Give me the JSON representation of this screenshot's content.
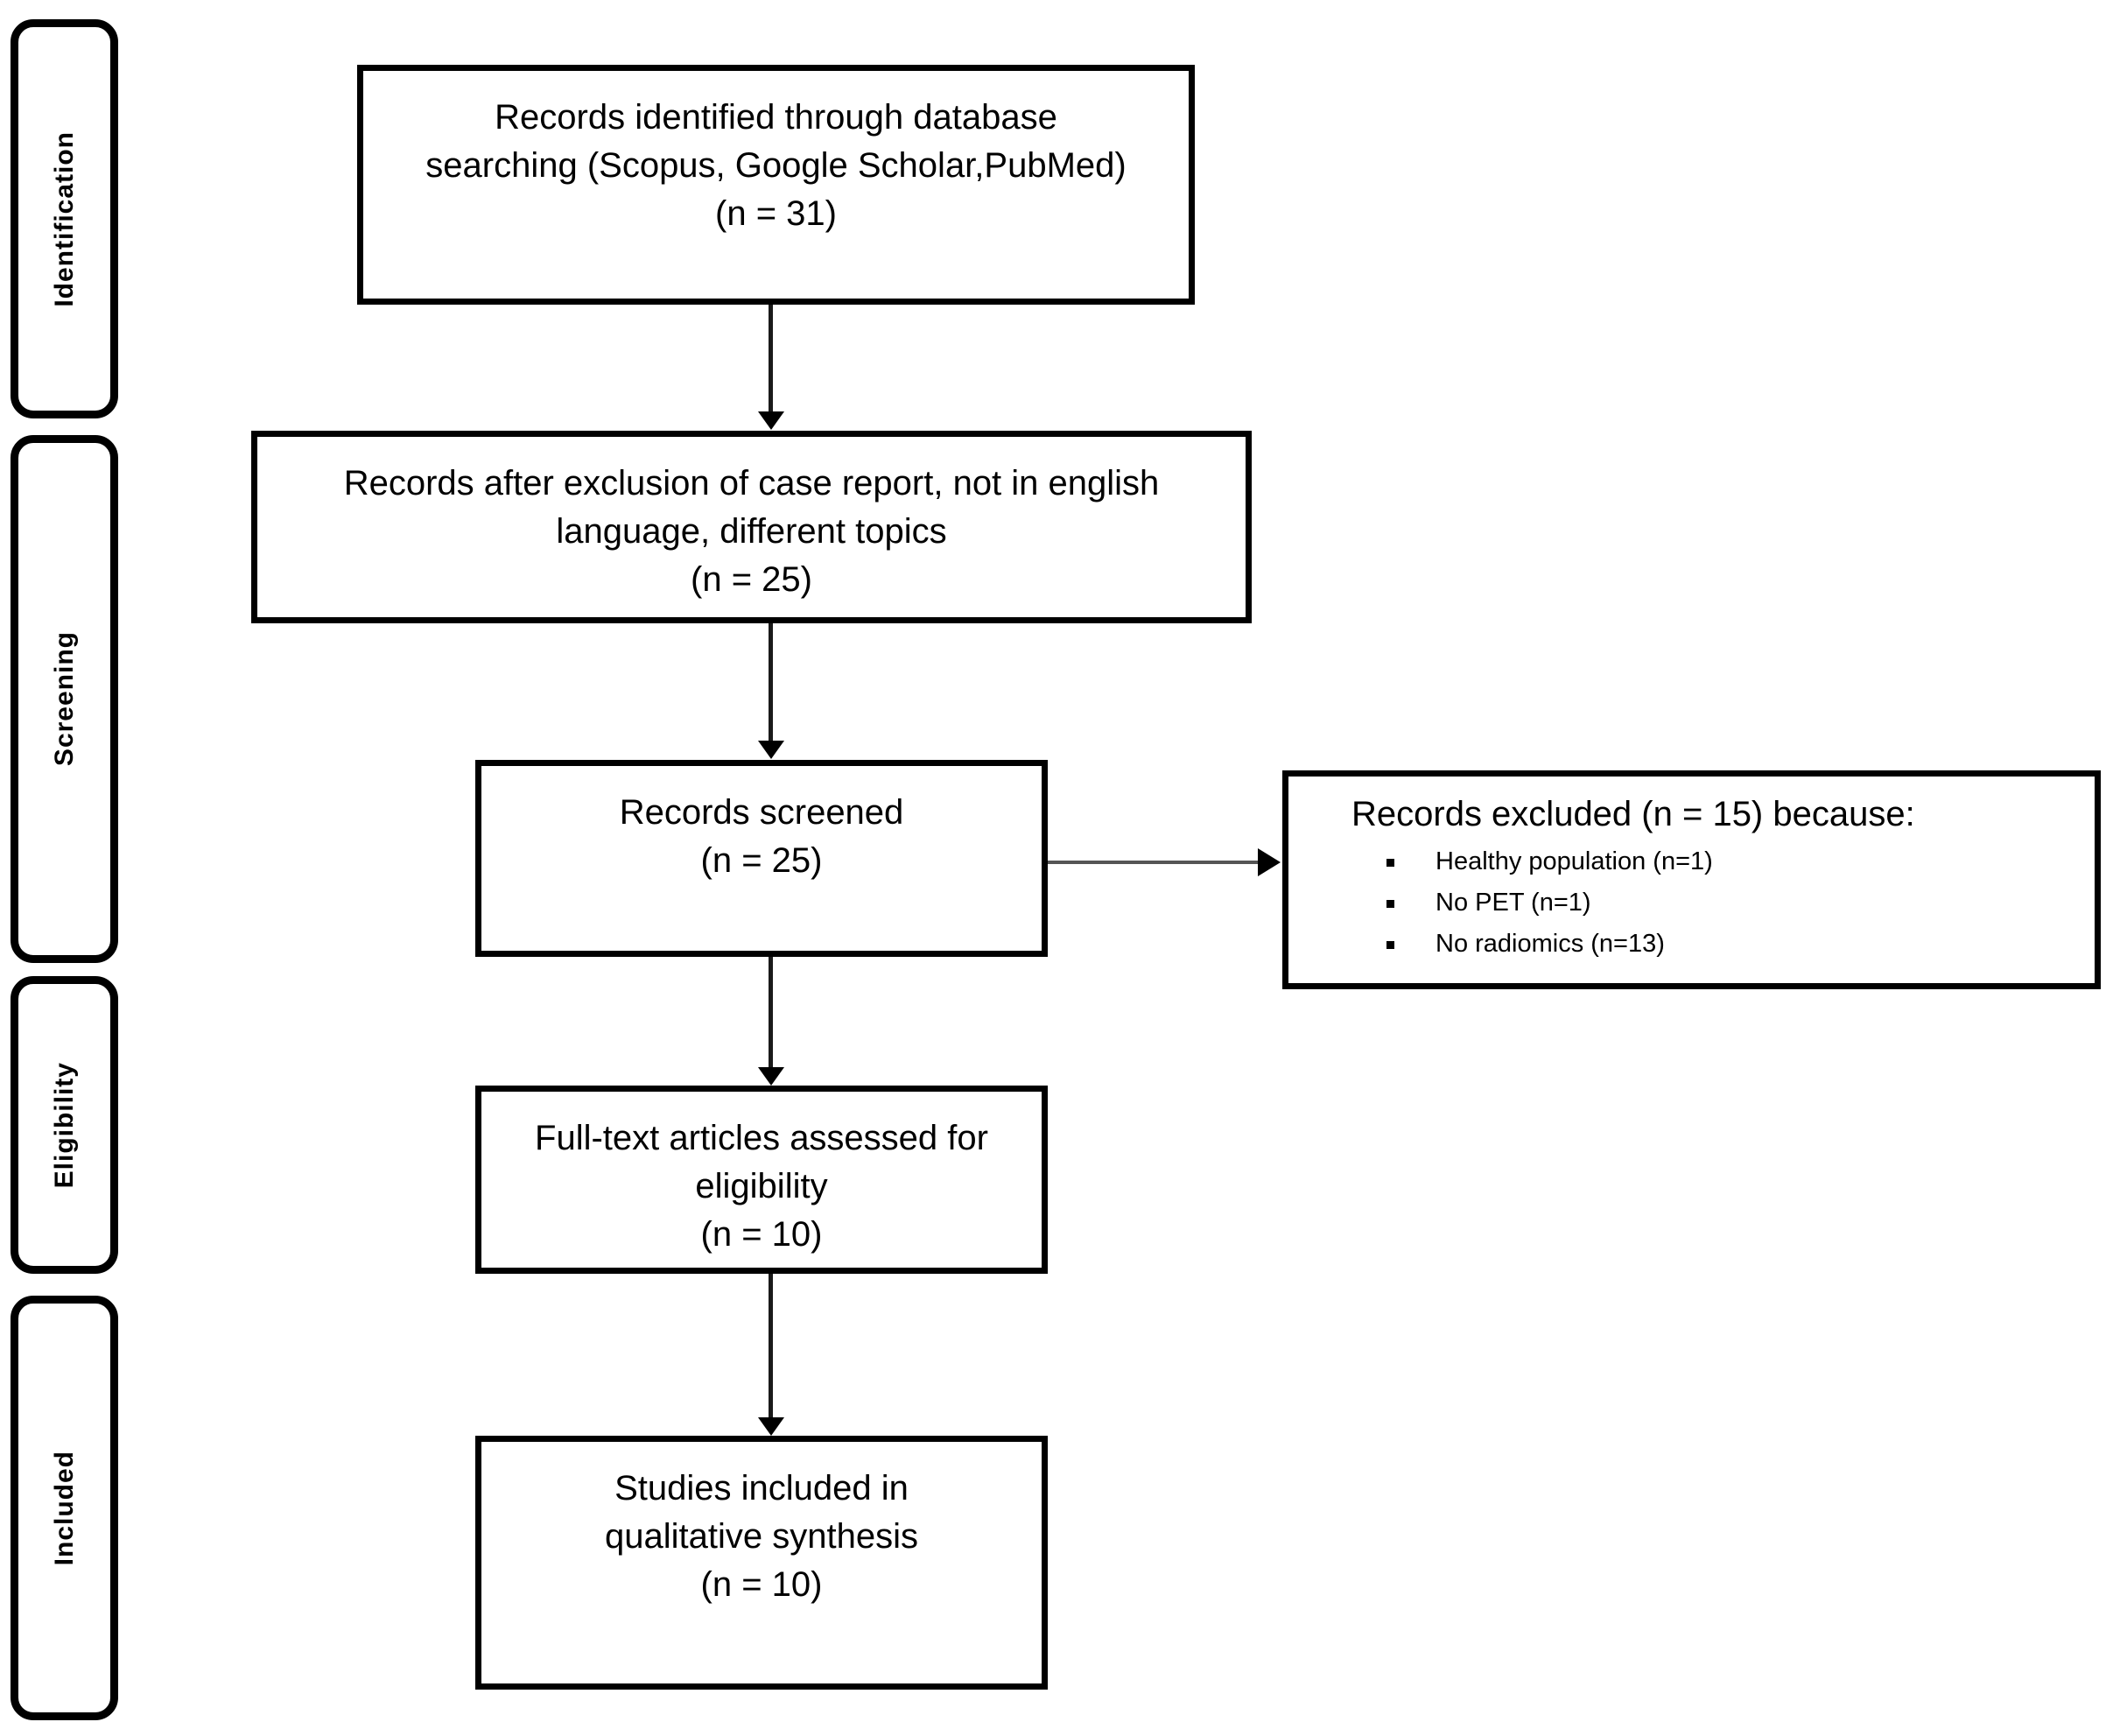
{
  "diagram": {
    "type": "prisma-flow-diagram",
    "stages": [
      {
        "label": "Identification"
      },
      {
        "label": "Screening"
      },
      {
        "label": "Eligibility"
      },
      {
        "label": "Included"
      }
    ],
    "boxes": [
      {
        "id": "identified",
        "lines": [
          "Records identified through database",
          "searching (Scopus, Google Scholar,PubMed)",
          "(n = 31)"
        ],
        "count": 31
      },
      {
        "id": "after-exclusion",
        "lines": [
          "Records after exclusion of case report, not in english",
          "language, different topics",
          "(n = 25)"
        ],
        "count": 25
      },
      {
        "id": "screened",
        "lines": [
          "Records screened",
          "(n = 25)"
        ],
        "count": 25
      },
      {
        "id": "full-text-assessed",
        "lines": [
          "Full-text articles assessed for",
          "eligibility",
          "(n = 10)"
        ],
        "count": 10
      },
      {
        "id": "included",
        "lines": [
          "Studies included in",
          "qualitative  synthesis",
          "(n = 10)"
        ],
        "count": 10
      }
    ],
    "excluded": {
      "heading": "Records excluded (n = 15) because:",
      "count": 15,
      "reasons": [
        {
          "label": "Healthy population (n=1)",
          "count": 1
        },
        {
          "label": "No PET (n=1)",
          "count": 1
        },
        {
          "label": "No radiomics (n=13)",
          "count": 13
        }
      ]
    },
    "colors": {
      "border": "#000000",
      "background": "#ffffff",
      "text": "#000000",
      "connector": "#1a1a1a"
    }
  }
}
